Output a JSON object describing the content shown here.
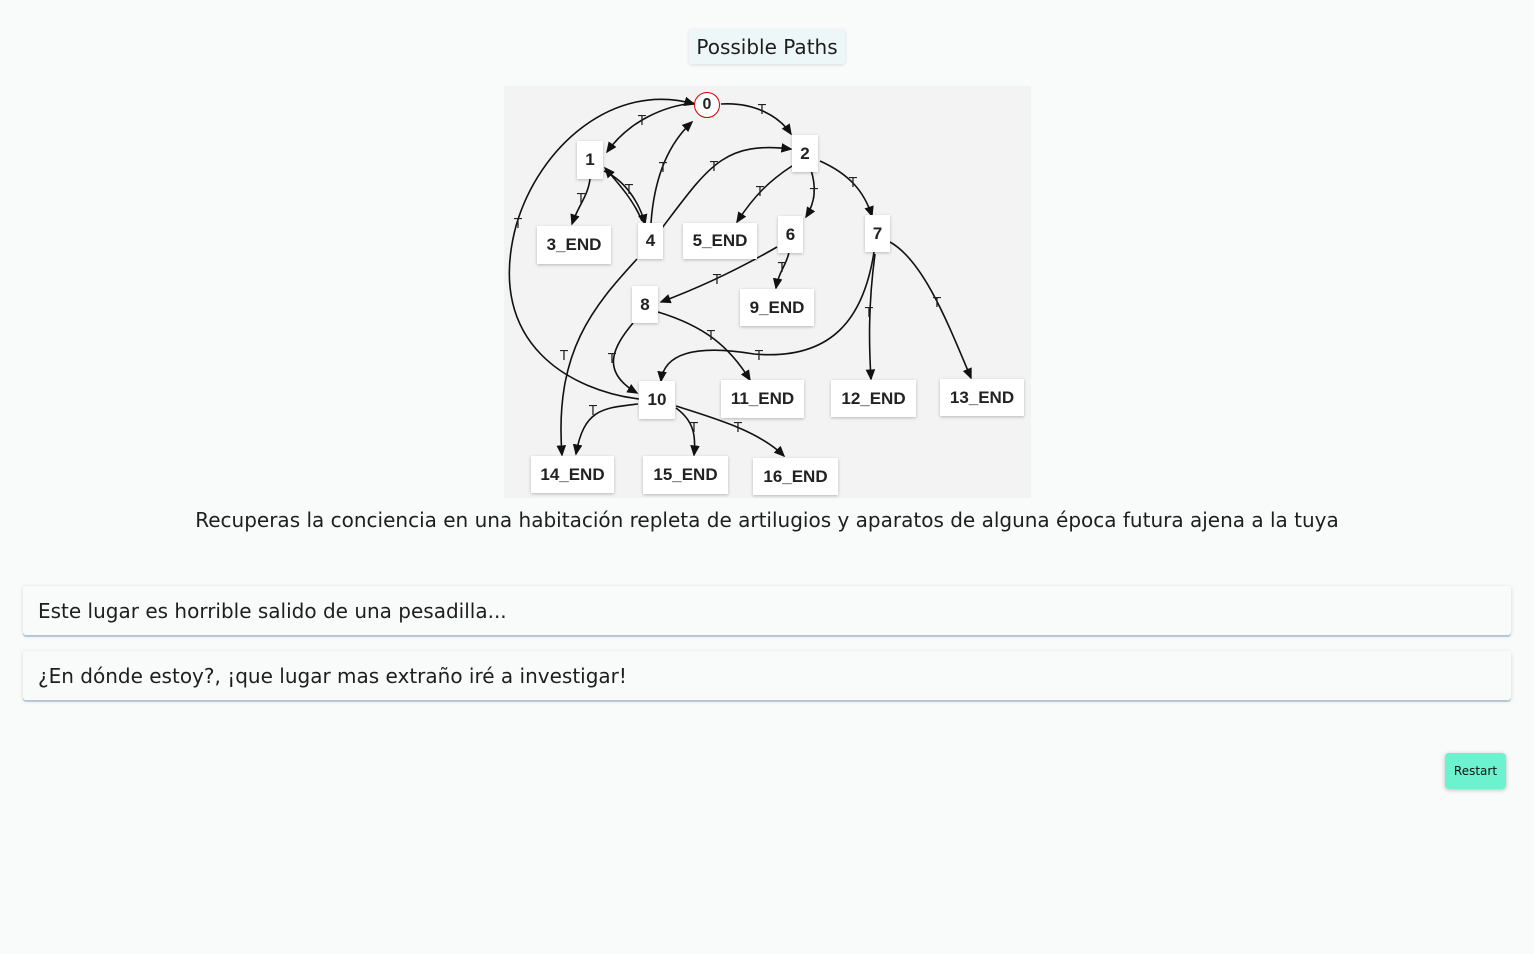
{
  "header": {
    "title": "Possible Paths"
  },
  "graph": {
    "nodes": [
      "0",
      "1",
      "2",
      "3_END",
      "4",
      "5_END",
      "6",
      "7",
      "8",
      "9_END",
      "10",
      "11_END",
      "12_END",
      "13_END",
      "14_END",
      "15_END",
      "16_END"
    ],
    "start_node": "0",
    "start_node_color": "#d40000",
    "edge_label": "T",
    "edges": [
      {
        "from": "0",
        "to": "1",
        "label": "T"
      },
      {
        "from": "0",
        "to": "2",
        "label": "T"
      },
      {
        "from": "1",
        "to": "3_END",
        "label": "T"
      },
      {
        "from": "1",
        "to": "4",
        "label": "T"
      },
      {
        "from": "4",
        "to": "1",
        "label": "T"
      },
      {
        "from": "4",
        "to": "0",
        "label": "T"
      },
      {
        "from": "4",
        "to": "2",
        "label": "T"
      },
      {
        "from": "4",
        "to": "14_END",
        "label": "T"
      },
      {
        "from": "2",
        "to": "5_END",
        "label": "T"
      },
      {
        "from": "2",
        "to": "6",
        "label": "T"
      },
      {
        "from": "2",
        "to": "7",
        "label": "T"
      },
      {
        "from": "6",
        "to": "8",
        "label": "T"
      },
      {
        "from": "6",
        "to": "9_END",
        "label": "T"
      },
      {
        "from": "7",
        "to": "10",
        "label": "T"
      },
      {
        "from": "7",
        "to": "12_END",
        "label": "T"
      },
      {
        "from": "7",
        "to": "13_END",
        "label": "T"
      },
      {
        "from": "8",
        "to": "10",
        "label": "T"
      },
      {
        "from": "8",
        "to": "11_END",
        "label": "T"
      },
      {
        "from": "10",
        "to": "0",
        "label": "T"
      },
      {
        "from": "10",
        "to": "14_END",
        "label": "T"
      },
      {
        "from": "10",
        "to": "15_END",
        "label": "T"
      },
      {
        "from": "10",
        "to": "16_END",
        "label": "T"
      }
    ]
  },
  "story": {
    "text": "Recuperas la conciencia en una habitación repleta de artilugios y aparatos de alguna época futura ajena a la tuya"
  },
  "choices": [
    {
      "label": "Este lugar es horrible salido de una pesadilla..."
    },
    {
      "label": "¿En dónde estoy?, ¡que lugar mas extraño iré a investigar!"
    }
  ],
  "controls": {
    "restart_label": "Restart",
    "restart_color": "#6cf2cf"
  }
}
